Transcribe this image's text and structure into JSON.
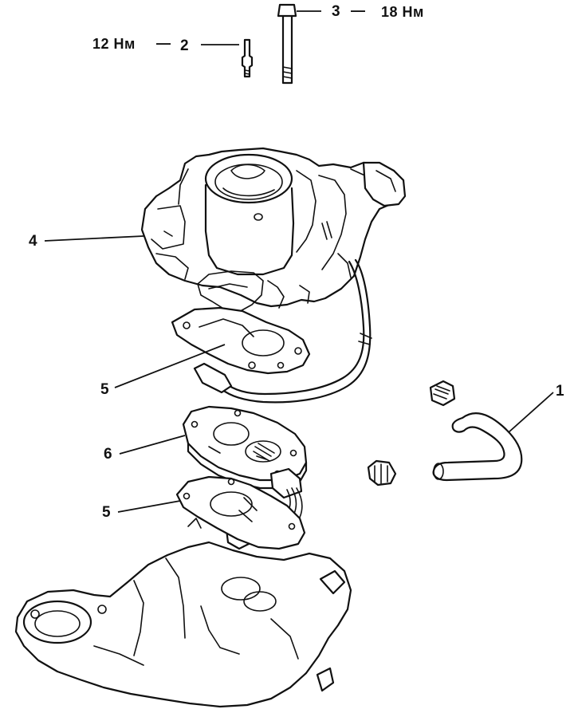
{
  "callouts": {
    "part1": "1",
    "part2": "2",
    "part3": "3",
    "part4": "4",
    "part5_upper": "5",
    "part5_lower": "5",
    "part6": "6"
  },
  "torques": {
    "part2": "12 Нм",
    "part3": "18 Нм"
  },
  "separator": "—"
}
